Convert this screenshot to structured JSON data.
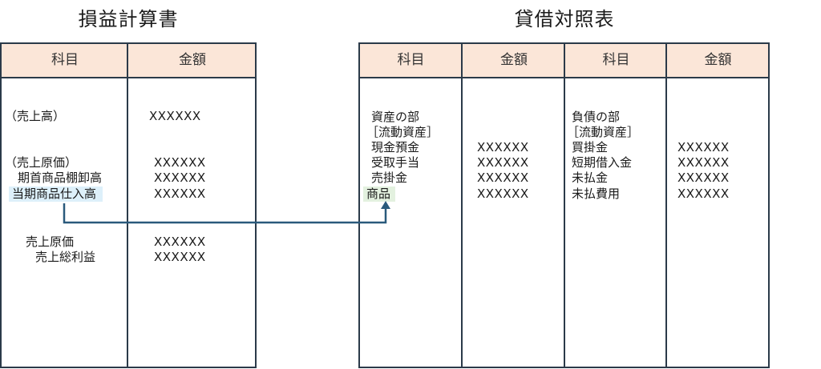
{
  "pl": {
    "title": "損益計算書",
    "headers": [
      "科目",
      "金額"
    ],
    "sales": "（売上高）",
    "sales_amount": "XXXXXX",
    "cogs_heading": "（売上原価）",
    "opening_inventory": "期首商品棚卸高",
    "opening_inventory_amount": "XXXXXX",
    "purchases": "当期商品仕入高",
    "purchases_amount": "XXXXXX",
    "cogs_heading_amount": "XXXXXX",
    "cogs": "売上原価",
    "cogs_amount": "XXXXXX",
    "gross_profit": "売上総利益",
    "gross_profit_amount": "XXXXXX"
  },
  "bs": {
    "title": "貸借対照表",
    "headers": [
      "科目",
      "金額",
      "科目",
      "金額"
    ],
    "assets": [
      "資産の部",
      "［流動資産］",
      "現金預金",
      "受取手当",
      "売掛金",
      "商品"
    ],
    "asset_amounts": [
      "XXXXXX",
      "XXXXXX",
      "XXXXXX",
      "XXXXXX"
    ],
    "liabilities": [
      "負債の部",
      "［流動資産］",
      "買掛金",
      "短期借入金",
      "未払金",
      "未払費用"
    ],
    "liability_amounts": [
      "XXXXXX",
      "XXXXXX",
      "XXXXXX",
      "XXXXXX"
    ]
  },
  "colors": {
    "header_bg": "#fbe6d8",
    "border": "#2b3a49",
    "highlight_purchases": "#ddf0fa",
    "highlight_goods": "#e3f1df",
    "arrow": "#2a5a7c"
  }
}
